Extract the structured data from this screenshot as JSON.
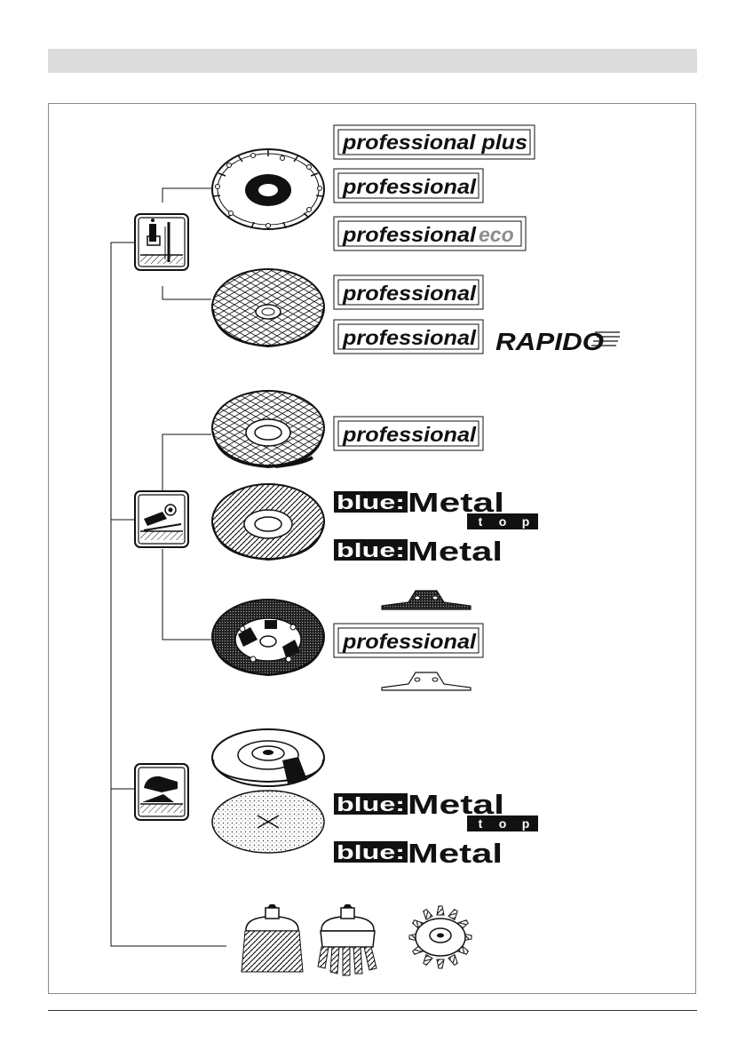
{
  "colors": {
    "ink": "#111111",
    "header_band": "#dcdcdc",
    "frame": "#8a8a8a",
    "label_grey": "#8c8c8c"
  },
  "labels": {
    "professional_plus": "professional plus",
    "professional": "professional",
    "eco": "eco",
    "rapido": "RAPIDO",
    "blue": "blue:",
    "metal": "Metal",
    "top": [
      "t",
      "o",
      "p"
    ]
  },
  "icons": [
    "cutting-machine-icon",
    "angle-grinder-icon",
    "sander-icon"
  ]
}
